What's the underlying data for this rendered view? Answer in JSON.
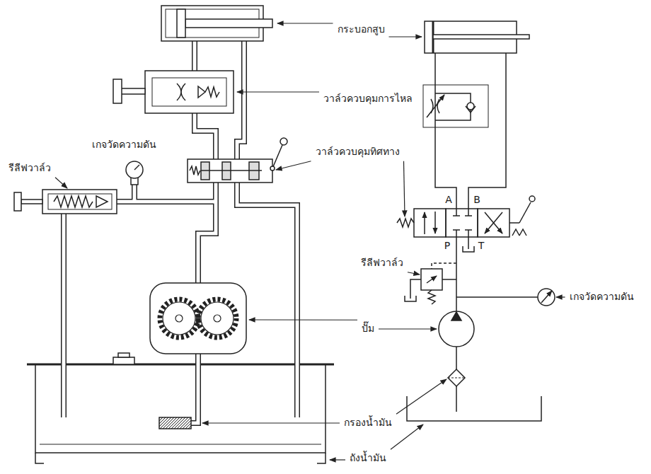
{
  "diagram": {
    "labels": [
      "กระบอกสูบ",
      "วาล์วควบคุมการไหล",
      "A",
      "B",
      "รีลีฟวาล์ว",
      "เกจวัดความดัน",
      "วาล์วควบคุมทิศทาง",
      "P",
      "T",
      "รีลีฟวาล์ว",
      "เกจวัดความดัน",
      "ปั๊ม",
      "กรองน้ำมัน",
      "ถังน้ำมัน"
    ]
  }
}
